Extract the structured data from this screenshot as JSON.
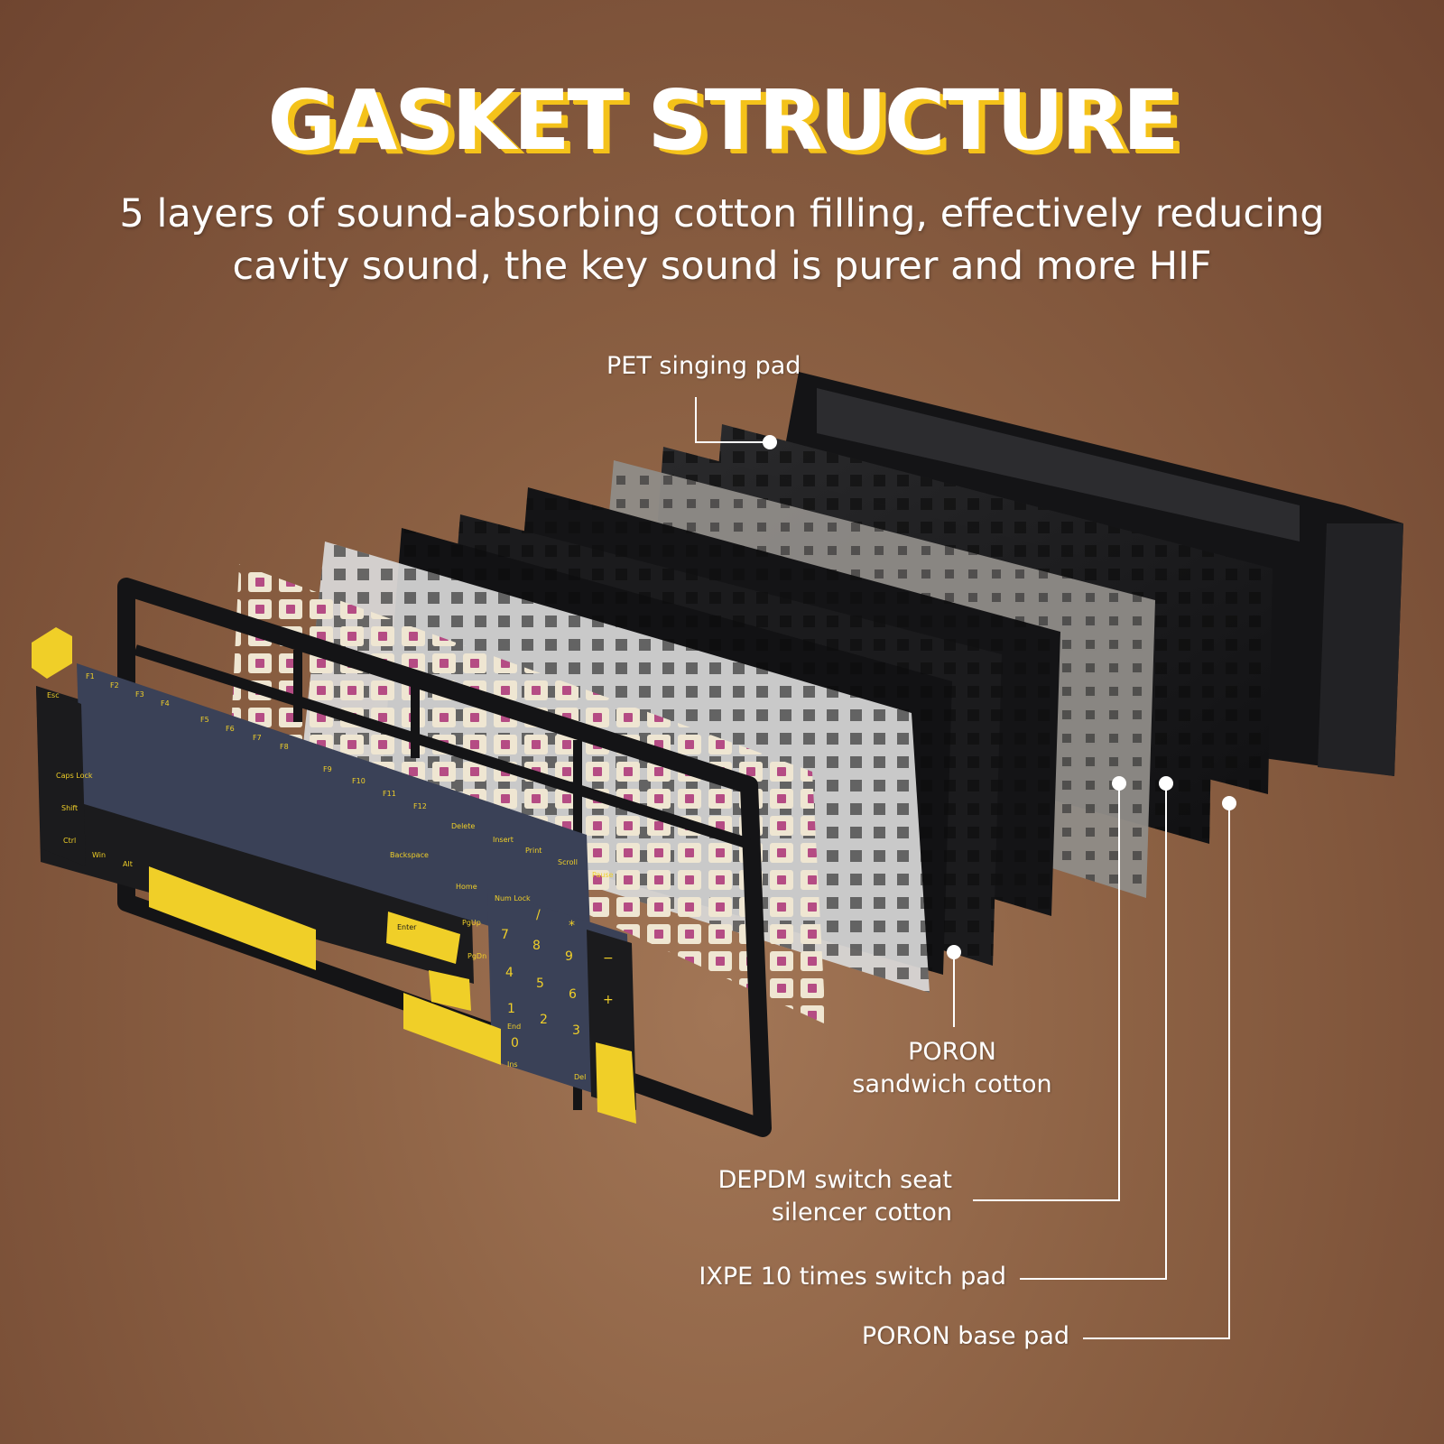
{
  "headline": "GASKET STRUCTURE",
  "subheadline_line1": "5 layers of sound-absorbing cotton filling, effectively reducing",
  "subheadline_line2": "cavity sound, the key sound is purer and more HIF",
  "callouts": {
    "pet_pad": "PET singing pad",
    "poron_sandwich_line1": "PORON",
    "poron_sandwich_line2": "sandwich cotton",
    "depdm_line1": "DEPDM switch seat",
    "depdm_line2": "silencer cotton",
    "ixpe": "IXPE 10 times switch pad",
    "poron_base": "PORON base pad"
  },
  "keycaps": {
    "esc": "Esc",
    "f1": "F1",
    "f2": "F2",
    "f3": "F3",
    "f4": "F4",
    "f5": "F5",
    "f6": "F6",
    "f7": "F7",
    "f8": "F8",
    "f9": "F9",
    "f10": "F10",
    "f11": "F11",
    "f12": "F12",
    "caps": "Caps Lock",
    "shift": "Shift",
    "ctrl": "Ctrl",
    "win": "Win",
    "alt": "Alt",
    "delete": "Delete",
    "insert": "Insert",
    "print": "Print",
    "scroll": "Scroll",
    "pause": "Pause",
    "backspace": "Backspace",
    "enter": "Enter",
    "home": "Home",
    "pgup": "PgUp",
    "pgdn": "PgDn",
    "num_lock": "Num Lock",
    "end": "End",
    "ins": "Ins",
    "del": "Del",
    "n7": "7",
    "n8": "8",
    "n9": "9",
    "n4": "4",
    "n5": "5",
    "n6": "6",
    "n1": "1",
    "n2": "2",
    "n3": "3",
    "n0": "0",
    "plus": "+",
    "minus": "−",
    "star": "*",
    "slash": "/"
  },
  "colors": {
    "accent": "#f4c21a",
    "keycap_navy": "#3a4157",
    "keycap_black": "#1b1b1d",
    "keycap_yellow": "#f0cf28",
    "switch_cream": "#efe6d2",
    "switch_stem": "#b54c84"
  }
}
